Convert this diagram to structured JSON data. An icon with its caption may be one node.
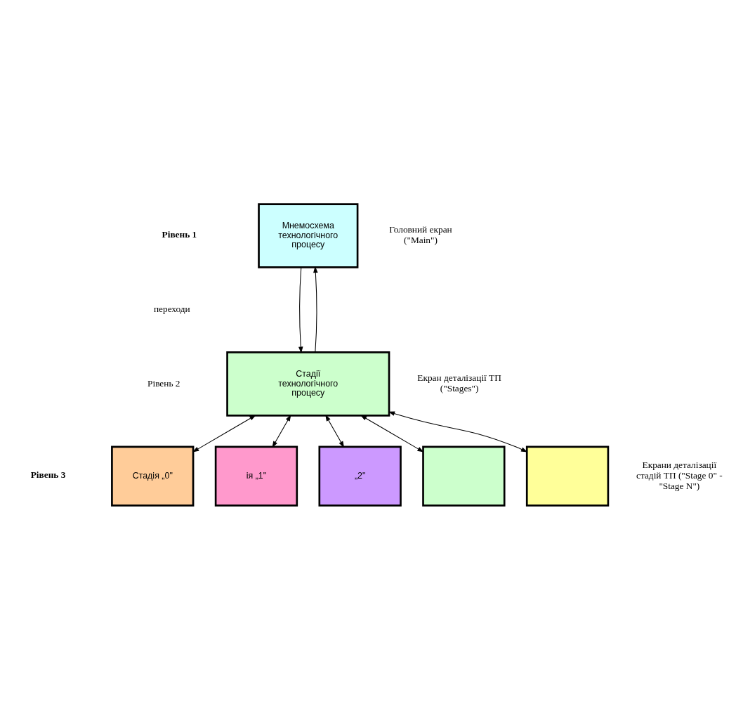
{
  "diagram": {
    "nodes": [
      {
        "text": [
          "Мнемосхема технологічного процесу"
        ]
      },
      {
        "text": [
          "Стадії технологічного процесу"
        ]
      },
      {
        "text": [
          "Стадія „0\""
        ]
      },
      {
        "text": [
          "ія „1\""
        ]
      },
      {
        "text": [
          "„2\""
        ]
      },
      {
        "text": [],
        "shape": "box"
      },
      {
        "text": [],
        "shape": "box"
      }
    ],
    "edges": [
      {
        "from": 0,
        "to": 1,
        "arrow": "to"
      },
      {
        "from": 1,
        "to": 0,
        "arrow": "to"
      },
      {
        "from": 1,
        "to": 2,
        "arrow": "both"
      },
      {
        "from": 1,
        "to": 3,
        "arrow": "both"
      },
      {
        "from": 1,
        "to": 4,
        "arrow": "both"
      },
      {
        "from": 1,
        "to": 5,
        "arrow": "both"
      },
      {
        "from": 1,
        "to": 6,
        "arrow": "both"
      }
    ],
    "labels": [
      "Рівень 1",
      "Головний екран (\"Main\")",
      "переходи",
      "Рівень 2",
      "Екран деталізації ТП (\"Stages\")",
      "Рівень 3",
      "Екрани деталізації стадій ТП (\"Stage 0\" - \"Stage N\")"
    ]
  }
}
